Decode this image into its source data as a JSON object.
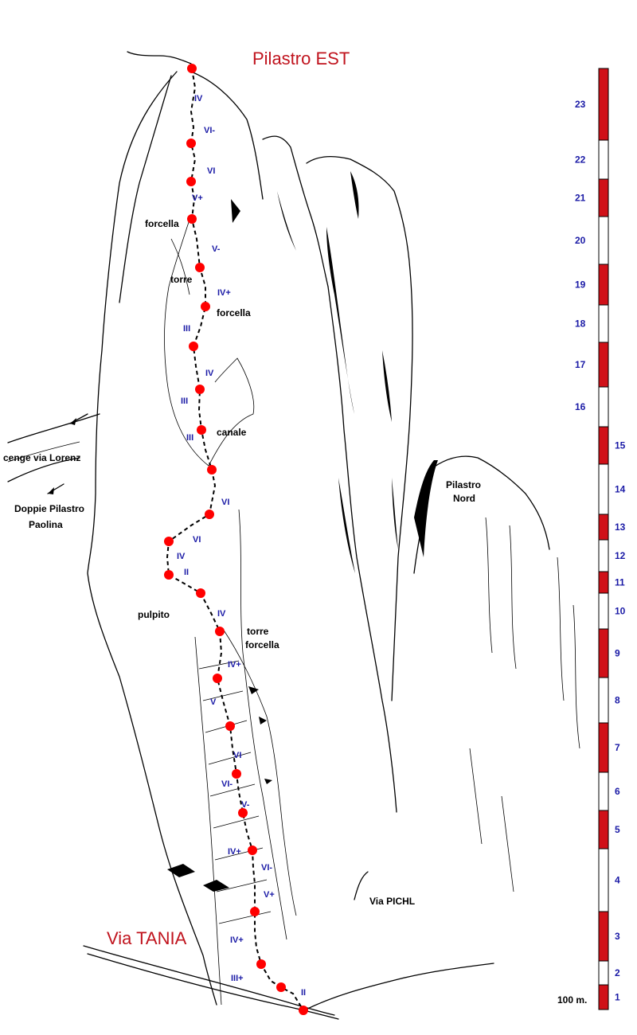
{
  "title": "Pilastro  EST",
  "route_name": "Via TANIA",
  "colors": {
    "belay": "#ff0000",
    "grade": "#1a1aa6",
    "title": "#c0141e",
    "scale_fill": "#d01018"
  },
  "places": [
    {
      "id": "forcella-top",
      "text": "forcella"
    },
    {
      "id": "torre",
      "text": "torre"
    },
    {
      "id": "forcella-mid",
      "text": "forcella"
    },
    {
      "id": "canale",
      "text": "canale"
    },
    {
      "id": "cenge",
      "text": "cenge via Lorenz"
    },
    {
      "id": "doppie1",
      "text": "Doppie Pilastro"
    },
    {
      "id": "doppie2",
      "text": "Paolina"
    },
    {
      "id": "pulpito",
      "text": "pulpito"
    },
    {
      "id": "torre-forcella1",
      "text": "torre"
    },
    {
      "id": "torre-forcella2",
      "text": "forcella"
    },
    {
      "id": "pilastro-nord1",
      "text": "Pilastro"
    },
    {
      "id": "pilastro-nord2",
      "text": "Nord"
    },
    {
      "id": "via-pichl",
      "text": "Via PICHL"
    }
  ],
  "grades": [
    "IV",
    "VI-",
    "VI",
    "V+",
    "V-",
    "IV+",
    "III",
    "IV",
    "III",
    "III",
    "VI",
    "VI",
    "IV",
    "II",
    "IV",
    "IV+",
    "V",
    "VI",
    "VI-",
    "V-",
    "IV+",
    "VI-",
    "V+",
    "IV+",
    "III+",
    "II"
  ],
  "scale": {
    "label": "100 m.",
    "pitches": [
      "23",
      "22",
      "21",
      "20",
      "19",
      "18",
      "17",
      "16",
      "15",
      "14",
      "13",
      "12",
      "11",
      "10",
      "9",
      "8",
      "7",
      "6",
      "5",
      "4",
      "3",
      "2",
      "1"
    ]
  }
}
